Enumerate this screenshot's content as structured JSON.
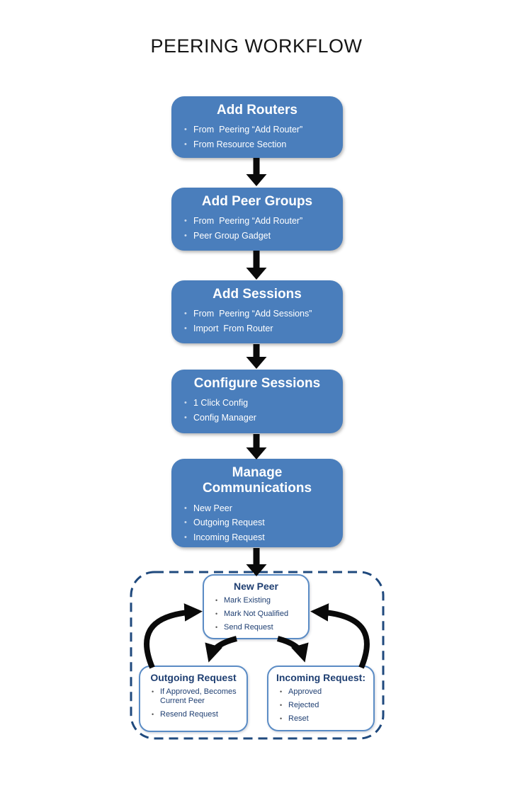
{
  "title": "PEERING WORKFLOW",
  "glyphs": {
    "bullet": "•"
  },
  "colors": {
    "flow_box_fill": "#4a7ebc",
    "flow_box_text": "#ffffff",
    "cycle_border_dashed": "#1f497d",
    "cycle_box_border": "#5b8cc5",
    "cycle_box_text": "#1f3f72",
    "arrow": "#0a0a0a",
    "title_text": "#151515"
  },
  "flow_boxes": [
    {
      "title": "Add Routers",
      "bullets": [
        "From  Peering “Add Router”",
        "From Resource Section"
      ]
    },
    {
      "title": "Add Peer Groups",
      "bullets": [
        "From  Peering “Add Router”",
        "Peer Group Gadget"
      ]
    },
    {
      "title": "Add Sessions",
      "bullets": [
        "From  Peering “Add Sessions”",
        "Import  From Router"
      ]
    },
    {
      "title": "Configure Sessions",
      "bullets": [
        "1 Click Config",
        "Config Manager"
      ]
    },
    {
      "title": "Manage Communications",
      "bullets": [
        "New Peer",
        "Outgoing Request",
        "Incoming Request"
      ]
    }
  ],
  "cycle": {
    "new_peer": {
      "title": "New Peer",
      "bullets": [
        "Mark Existing",
        "Mark Not Qualified",
        "Send Request"
      ]
    },
    "outgoing": {
      "title": "Outgoing Request",
      "bullets": [
        "If Approved, Becomes Current Peer",
        "Resend Request"
      ]
    },
    "incoming": {
      "title": "Incoming Request:",
      "bullets": [
        "Approved",
        "Rejected",
        "Reset"
      ]
    }
  }
}
